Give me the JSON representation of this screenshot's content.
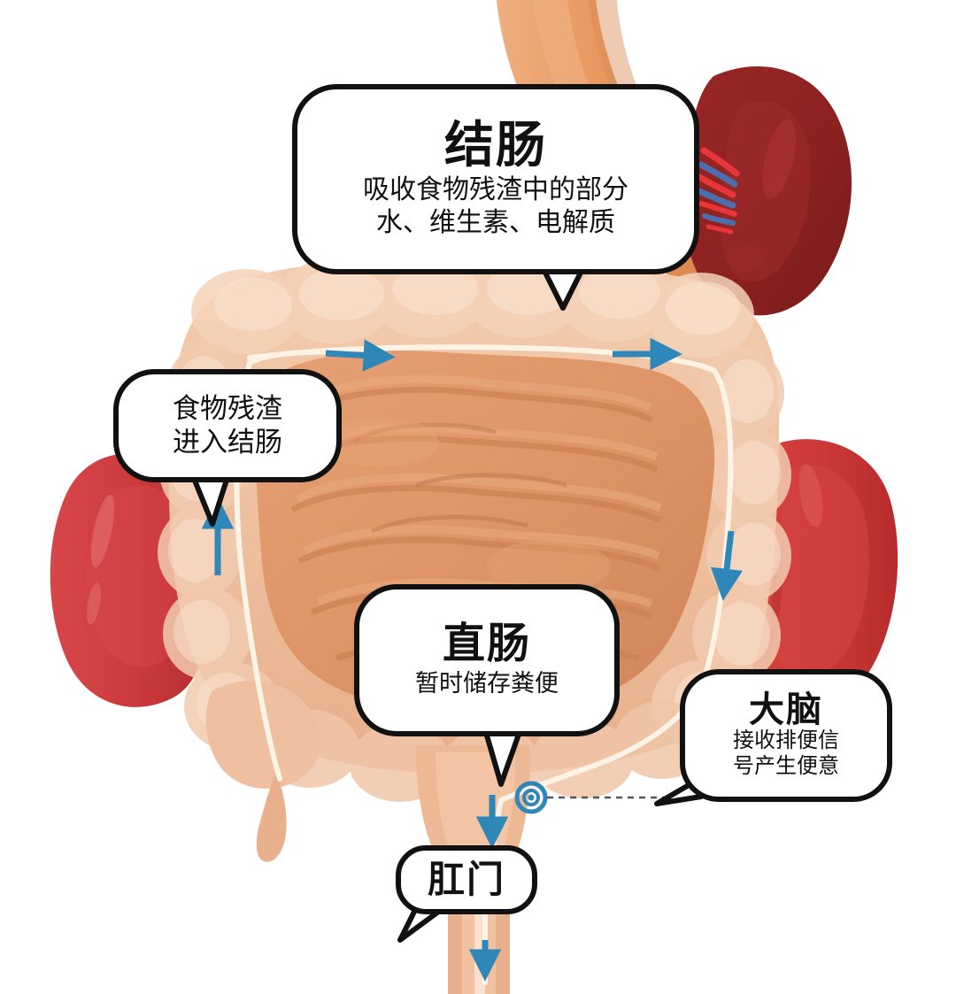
{
  "diagram": {
    "subject": "digestive-tract-colon",
    "background_color": "#ffffff"
  },
  "callouts": {
    "colon": {
      "name": "colon-callout",
      "title": "结肠",
      "desc_line1": "吸收食物残渣中的部分",
      "desc_line2": "水、维生素、电解质"
    },
    "residue": {
      "name": "food-residue-callout",
      "desc_line1": "食物残渣",
      "desc_line2": "进入结肠"
    },
    "rectum": {
      "name": "rectum-callout",
      "title": "直肠",
      "desc_line1": "暂时储存粪便"
    },
    "brain": {
      "name": "brain-callout",
      "title": "大脑",
      "desc_line1": "接收排便信",
      "desc_line2": "号产生便意"
    },
    "anus": {
      "name": "anus-callout",
      "title": "肛门"
    }
  },
  "anatomy": {
    "colon_color": "#EFC3A4",
    "colon_shade": "#E3A87F",
    "small_intestine_color": "#DE9466",
    "small_intestine_shade": "#C97C4E",
    "duodenum_color": "#E89A62",
    "kidney_left_color": "#CB3A3C",
    "kidney_right_color": "#CC3836",
    "spleen_color": "#8F2222",
    "artery_color": "#E8353A",
    "vein_color": "#4A6FB0",
    "outline_color": "#111111"
  },
  "flow_path": {
    "line_color": "#FBF4E6",
    "arrow_color": "#2F87B8",
    "marker_color": "#2F87B8",
    "arrows": [
      {
        "name": "ascending-colon-arrow",
        "direction": "up"
      },
      {
        "name": "transverse-colon-arrow-1",
        "direction": "right"
      },
      {
        "name": "transverse-colon-arrow-2",
        "direction": "right"
      },
      {
        "name": "descending-colon-arrow",
        "direction": "down"
      },
      {
        "name": "rectum-arrow",
        "direction": "down"
      },
      {
        "name": "anal-canal-arrow",
        "direction": "down"
      }
    ],
    "sensor_marker": {
      "name": "defecation-signal-marker",
      "label": ""
    }
  }
}
